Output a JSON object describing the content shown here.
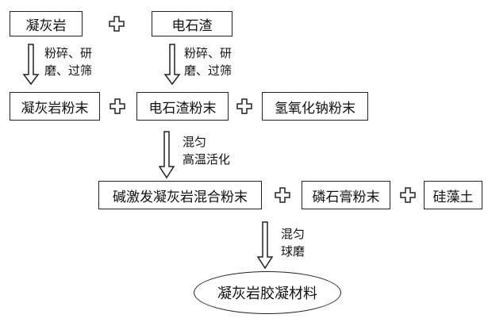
{
  "nodes": {
    "tuff": "凝灰岩",
    "carbide_slag": "电石渣",
    "tuff_powder": "凝灰岩粉末",
    "slag_powder": "电石渣粉末",
    "naoh_powder": "氢氧化钠粉末",
    "alkali_tuff_mix": "碱激发凝灰岩混合粉末",
    "phosphogypsum_powder": "磷石膏粉末",
    "diatomite": "硅藻土",
    "product": "凝灰岩胶凝材料"
  },
  "steps": {
    "s1_line1": "粉碎、研",
    "s1_line2": "磨、过筛",
    "s2_line1": "粉碎、研",
    "s2_line2": "磨、过筛",
    "s3_line1": "混匀",
    "s3_line2": "高温活化",
    "s4_line1": "混匀",
    "s4_line2": "球磨"
  },
  "colors": {
    "line": "#222222",
    "text": "#111111",
    "background": "#ffffff"
  }
}
